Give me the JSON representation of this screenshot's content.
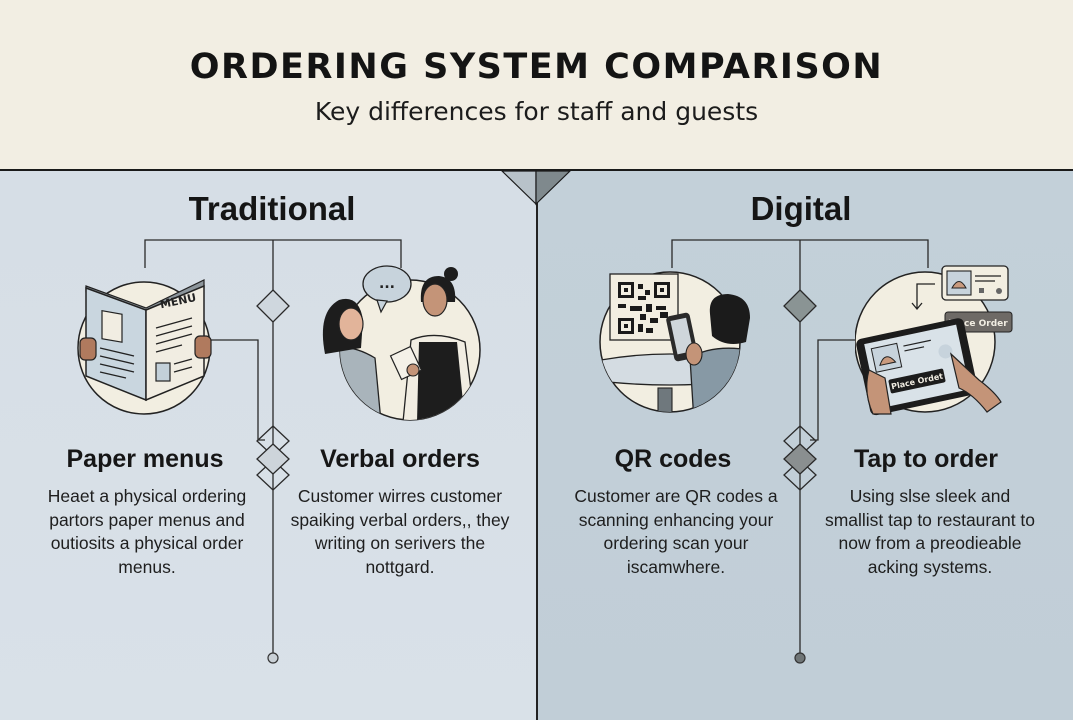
{
  "header": {
    "title": "ORDERING SYSTEM COMPARISON",
    "subtitle": "Key differences for staff and guests"
  },
  "colors": {
    "header_bg": "#f2eee3",
    "traditional_bg": "#d8e0e7",
    "digital_bg": "#c2cfd8",
    "ink": "#151515",
    "circle_fill": "#f2eee1",
    "traditional_diamond": "#cfd7de",
    "digital_diamond": "#8a9191"
  },
  "sections": [
    {
      "id": "traditional",
      "title": "Traditional",
      "items": [
        {
          "title": "Paper menus",
          "icon": "paper-menu-icon",
          "illustration_text": "MENU",
          "description": "Heaet a physical ordering partors paper menus and outiosits a physical order menus."
        },
        {
          "title": "Verbal orders",
          "icon": "verbal-order-icon",
          "illustration_text": "...",
          "description": "Customer wirres customer spaiking verbal orders,, they writing on serivers the nottgard."
        }
      ]
    },
    {
      "id": "digital",
      "title": "Digital",
      "items": [
        {
          "title": "QR codes",
          "icon": "qr-code-icon",
          "description": "Customer are QR codes a scanning enhancing your ordering scan your iscamwhere."
        },
        {
          "title": "Tap to order",
          "icon": "tablet-order-icon",
          "illustration_text": "Place Order",
          "illustration_text_2": "Place Ordet",
          "description": "Using slse sleek and smallist tap to restaurant to now from a preodieable acking systems."
        }
      ]
    }
  ]
}
